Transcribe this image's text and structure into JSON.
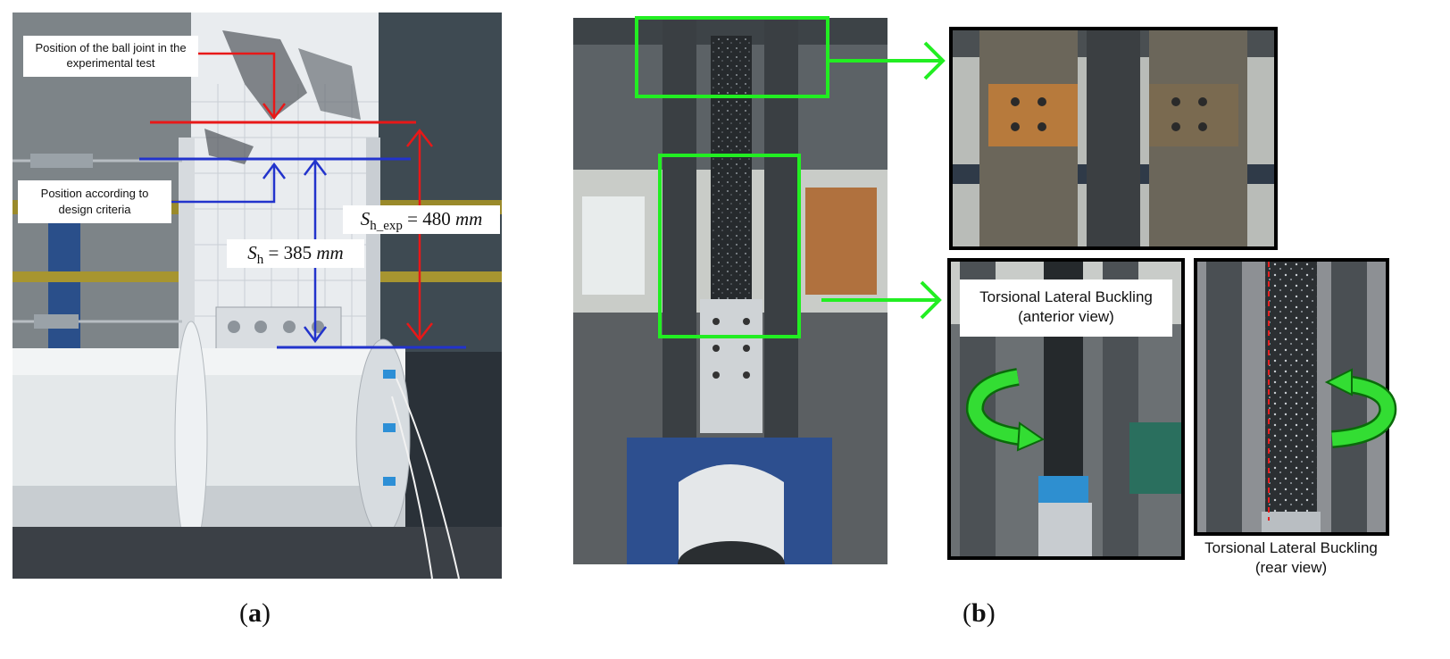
{
  "panel_a": {
    "ball_joint_label": "Position of the ball joint in the experimental test",
    "design_label": "Position according to design criteria",
    "sh_exp": {
      "symbol": "S",
      "sub": "h_exp",
      "eq": " = 480 ",
      "unit": "mm"
    },
    "sh": {
      "symbol": "S",
      "sub": "h",
      "eq": " = 385 ",
      "unit": "mm"
    },
    "caption_open": "(",
    "caption_letter": "a",
    "caption_close": ")",
    "colors": {
      "red_marker": "#e81818",
      "blue_marker": "#2233cc"
    }
  },
  "panel_b": {
    "anterior_label_line1": "Torsional Lateral Buckling",
    "anterior_label_line2": "(anterior view)",
    "rear_label_line1": "Torsional Lateral Buckling",
    "rear_label_line2": "(rear view)",
    "caption_open": "(",
    "caption_letter": "b",
    "caption_close": ")",
    "colors": {
      "highlight": "#22ee22",
      "twist_arrow": "#33dd33",
      "dashed_line": "#e82020"
    }
  }
}
